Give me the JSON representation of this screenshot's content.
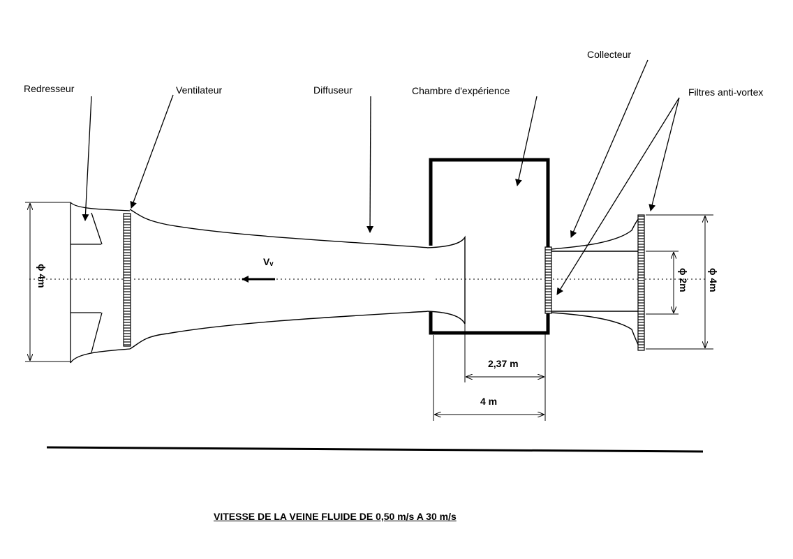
{
  "labels": {
    "redresseur": "Redresseur",
    "ventilateur": "Ventilateur",
    "diffuseur": "Diffuseur",
    "chambre": "Chambre d'expérience",
    "collecteur": "Collecteur",
    "filtres": "Filtres anti-vortex"
  },
  "dimensions": {
    "inlet_diameter": "ϕ 4m",
    "outlet_diameter_large": "ϕ 4m",
    "outlet_diameter_small": "ϕ 2m",
    "chamber_inner_length": "2,37 m",
    "chamber_length": "4 m"
  },
  "flow_velocity_label": "Vᵥ",
  "footer": "VITESSE DE LA VEINE FLUIDE  DE  0,50 m/s  A  30 m/s",
  "colors": {
    "ink": "#000000",
    "background": "#ffffff"
  }
}
